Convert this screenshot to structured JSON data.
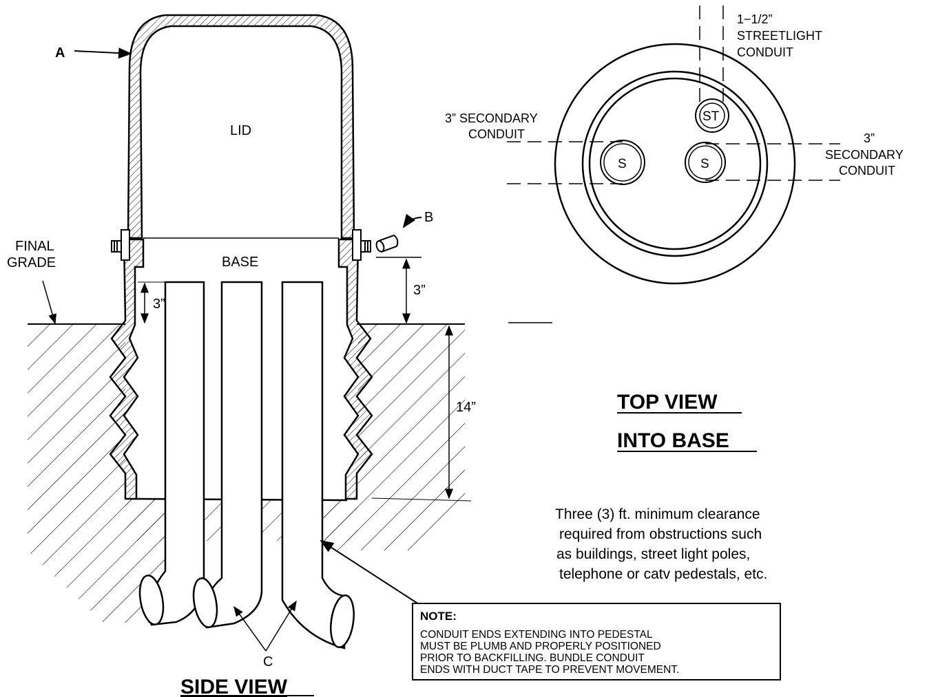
{
  "side_view": {
    "title": "SIDE VIEW",
    "labels": {
      "a": "A",
      "lid": "LID",
      "base": "BASE",
      "b": "B",
      "final_grade_1": "FINAL",
      "final_grade_2": "GRADE",
      "dim_3_left": "3”",
      "dim_3_right": "3”",
      "dim_14": "14”",
      "c": "C"
    }
  },
  "top_view": {
    "title_1": "TOP VIEW",
    "title_2": "INTO BASE",
    "labels": {
      "streetlight_1": "1−1/2”",
      "streetlight_2": "STREETLIGHT",
      "streetlight_3": "CONDUIT",
      "left_secondary_1": "3” SECONDARY",
      "left_secondary_2": "CONDUIT",
      "right_secondary_1": "3”",
      "right_secondary_2": "SECONDARY",
      "right_secondary_3": "CONDUIT",
      "st": "ST",
      "s_left": "S",
      "s_right": "S"
    }
  },
  "clearance": [
    "Three (3) ft. minimum clearance",
    "required from obstructions such",
    "as buildings, street light poles,",
    "telephone or catv pedestals, etc."
  ],
  "note": {
    "title": "NOTE:",
    "lines": [
      "CONDUIT ENDS EXTENDING INTO PEDESTAL",
      "MUST BE PLUMB AND PROPERLY POSITIONED",
      "PRIOR TO BACKFILLING.  BUNDLE CONDUIT",
      "ENDS WITH DUCT TAPE TO PREVENT MOVEMENT."
    ]
  }
}
